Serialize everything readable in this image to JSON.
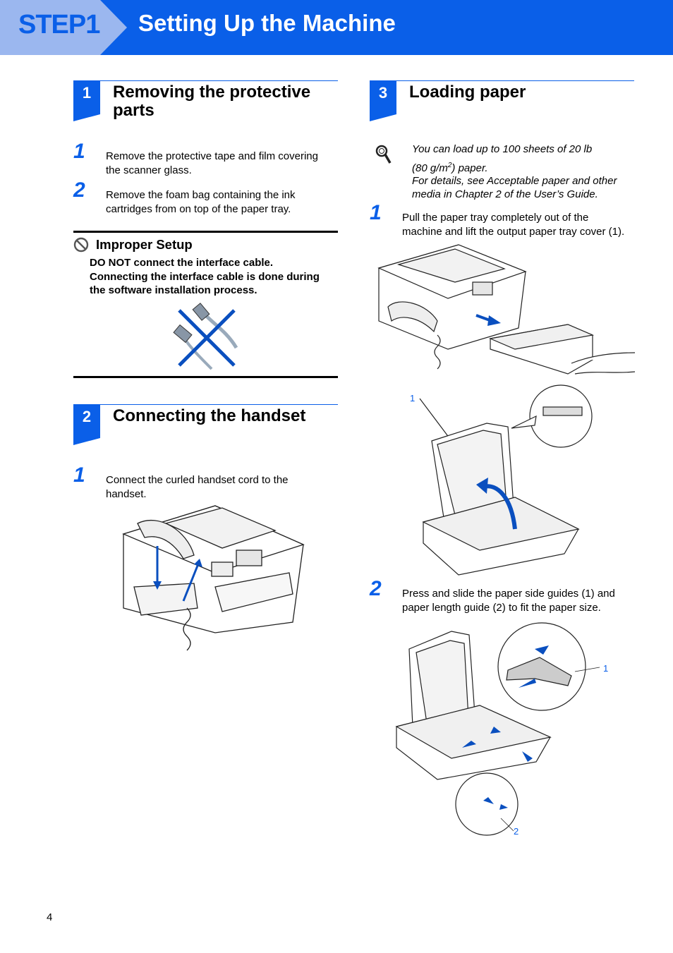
{
  "header": {
    "step_label": "STEP1",
    "title": "Setting Up the Machine"
  },
  "section1": {
    "number": "1",
    "title_line1": "Removing the protective",
    "title_line2": "parts",
    "steps": [
      {
        "num": "1",
        "line1": "Remove the protective tape and film covering",
        "line2": "the scanner glass."
      },
      {
        "num": "2",
        "line1": "Remove the foam bag containing the ink",
        "line2": "cartridges from on top of the paper tray."
      }
    ]
  },
  "improper": {
    "title": "Improper Setup",
    "line1": "DO NOT connect the interface cable.",
    "line2": "Connecting the interface cable is done during",
    "line3": "the software installation process."
  },
  "section2": {
    "number": "2",
    "title": "Connecting the handset",
    "steps": [
      {
        "num": "1",
        "line1": "Connect the curled handset cord to the",
        "line2": "handset."
      }
    ]
  },
  "section3": {
    "number": "3",
    "title": "Loading paper",
    "note_line1": "You can load up to 100 sheets of 20 lb",
    "note_line2a": "(80 g/m",
    "note_sup": "2",
    "note_line2b": ") paper.",
    "note_line3": "For details, see Acceptable paper and other",
    "note_line4": "media in Chapter 2 of the User’s Guide.",
    "steps": [
      {
        "num": "1",
        "line1": "Pull the paper tray completely out of the",
        "line2": "machine and lift the output paper tray cover (1)."
      },
      {
        "num": "2",
        "line1": "Press and slide the paper side guides (1) and",
        "line2": "paper length guide (2) to fit the paper size."
      }
    ],
    "callouts": {
      "cover": "1",
      "side_guides": "1",
      "length_guide": "2"
    }
  },
  "footer": {
    "page_number": "4"
  },
  "colors": {
    "brand_blue": "#0a5fe8",
    "step_tab": "#9bb7ef"
  }
}
